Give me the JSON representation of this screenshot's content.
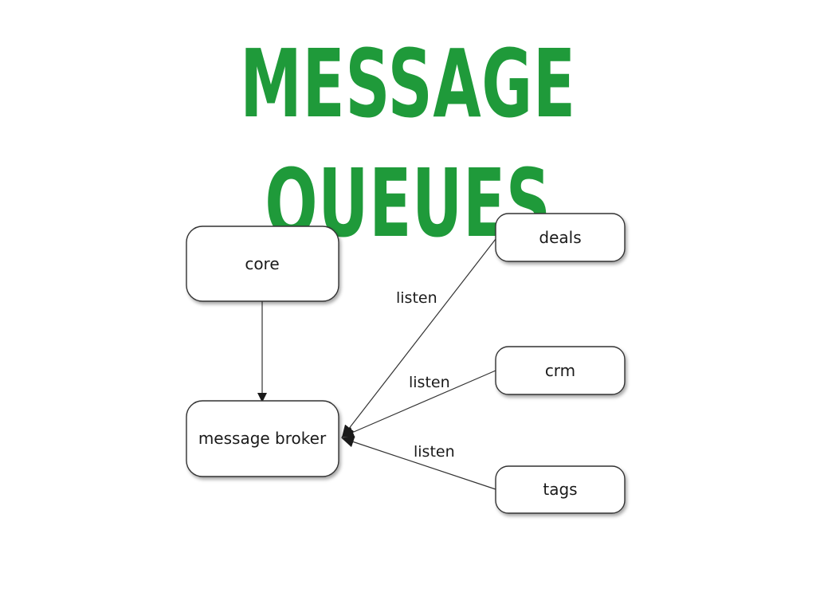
{
  "slide": {
    "title": "MESSAGE QUEUES"
  },
  "diagram": {
    "nodes": {
      "core": "core",
      "broker": "message broker",
      "deals": "deals",
      "crm": "crm",
      "tags": "tags"
    },
    "edges": {
      "deals_to_broker": "listen",
      "crm_to_broker": "listen",
      "tags_to_broker": "listen"
    }
  },
  "colors": {
    "title": "#1f9a3a"
  }
}
